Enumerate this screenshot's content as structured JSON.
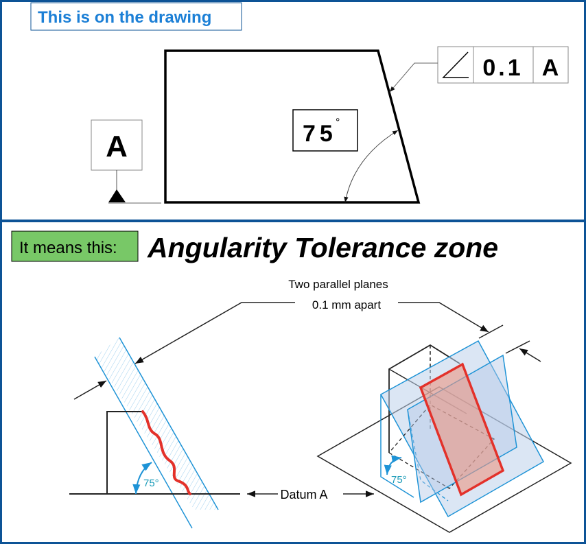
{
  "top_panel": {
    "caption": "This is on the drawing",
    "datum_label": "A",
    "angle_dimension": "75",
    "angle_degree_symbol": "°",
    "feature_control_frame": {
      "symbol": "angularity-icon",
      "tolerance": "0.1",
      "datum": "A"
    }
  },
  "bottom_panel": {
    "caption": "It means this:",
    "title": "Angularity Tolerance zone",
    "zone_note_line1": "Two parallel planes",
    "zone_note_line2": "0.1 mm apart",
    "datum_note": "Datum A",
    "left_angle": "75°",
    "right_angle": "75°"
  },
  "colors": {
    "frame": "#0d5396",
    "caption_blue": "#1b7fd6",
    "green_box": "#78c867",
    "zone_blue": "#1e93d6",
    "surface_red": "#e3312a"
  }
}
